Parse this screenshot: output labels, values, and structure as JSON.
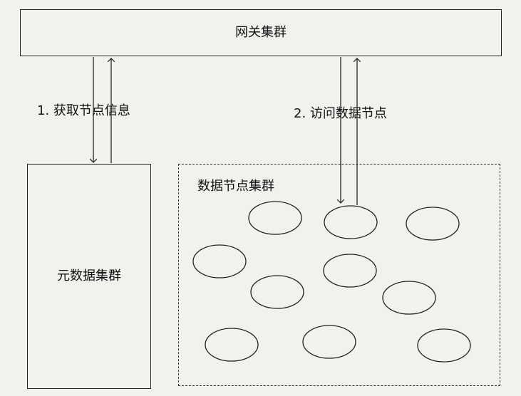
{
  "nodes": {
    "gateway": {
      "label": "网关集群"
    },
    "metadata": {
      "label": "元数据集群"
    },
    "datanode_group": {
      "label": "数据节点集群"
    }
  },
  "edges": [
    {
      "label": "1. 获取节点信息"
    },
    {
      "label": "2. 访问数据节点"
    }
  ],
  "colors": {
    "background": "#f2f1ee",
    "stroke": "#222222"
  }
}
